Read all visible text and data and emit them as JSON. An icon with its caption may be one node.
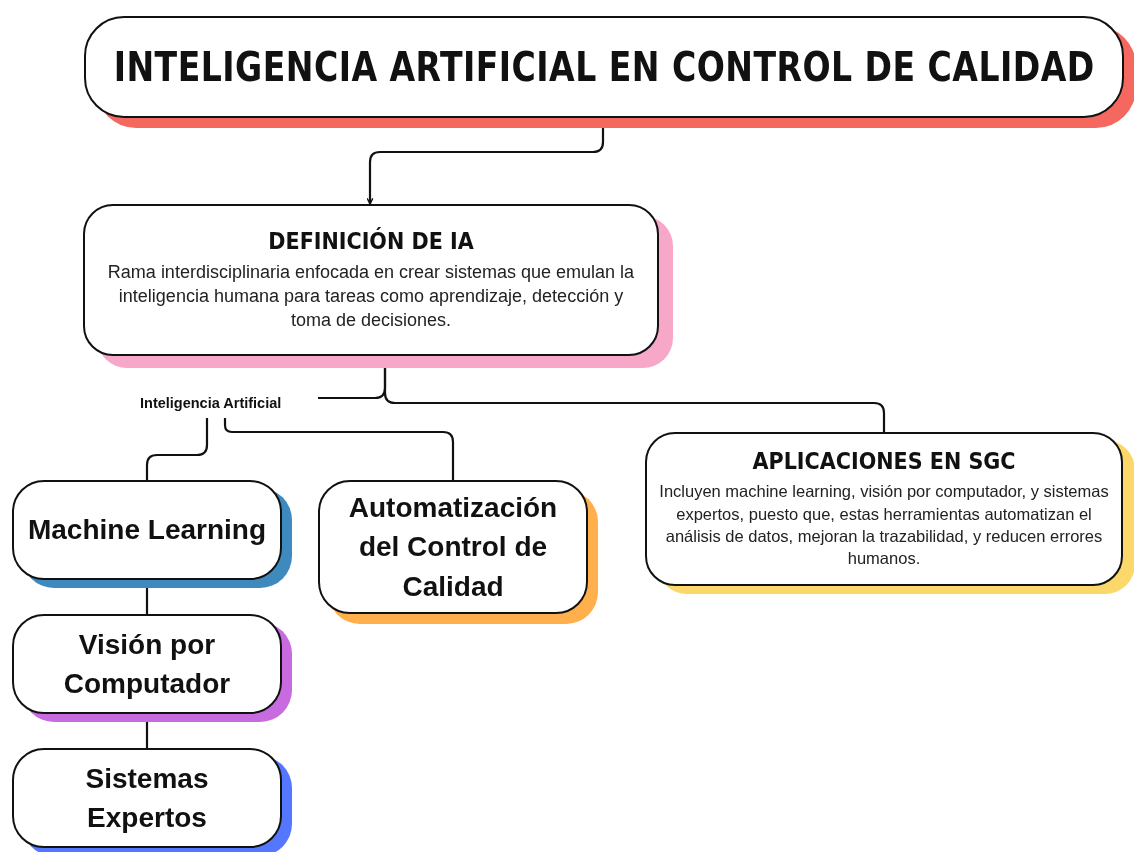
{
  "diagram": {
    "nodes": [
      {
        "text": [
          "INTELIGENCIA ARTIFICIAL EN CONTROL DE CALIDAD"
        ]
      },
      {
        "text": [
          "DEFINICIÓN DE IA",
          "Rama interdisciplinaria enfocada en crear sistemas que emulan la inteligencia humana para tareas como aprendizaje, detección y toma de decisiones."
        ]
      },
      {
        "text": [
          "Inteligencia Artificial"
        ]
      },
      {
        "text": [
          "APLICACIONES EN SGC",
          "Incluyen machine learning, visión por computador, y sistemas expertos, puesto que, estas herramientas automatizan el análisis de datos, mejoran la trazabilidad, y reducen errores humanos."
        ]
      },
      {
        "text": [
          "Machine Learning"
        ]
      },
      {
        "text": [
          "Automatización del Control de Calidad"
        ]
      },
      {
        "text": [
          "Visión por Computador"
        ]
      },
      {
        "text": [
          "Sistemas Expertos"
        ]
      }
    ],
    "edges": [
      {
        "from": 0,
        "to": 1,
        "arrow": "to"
      },
      {
        "from": 1,
        "to": 2,
        "arrow": "none"
      },
      {
        "from": 1,
        "to": 3,
        "arrow": "none"
      },
      {
        "from": 2,
        "to": 4,
        "arrow": "none"
      },
      {
        "from": 2,
        "to": 5,
        "arrow": "none"
      },
      {
        "from": 4,
        "to": 6,
        "arrow": "none"
      },
      {
        "from": 6,
        "to": 7,
        "arrow": "none"
      }
    ]
  }
}
